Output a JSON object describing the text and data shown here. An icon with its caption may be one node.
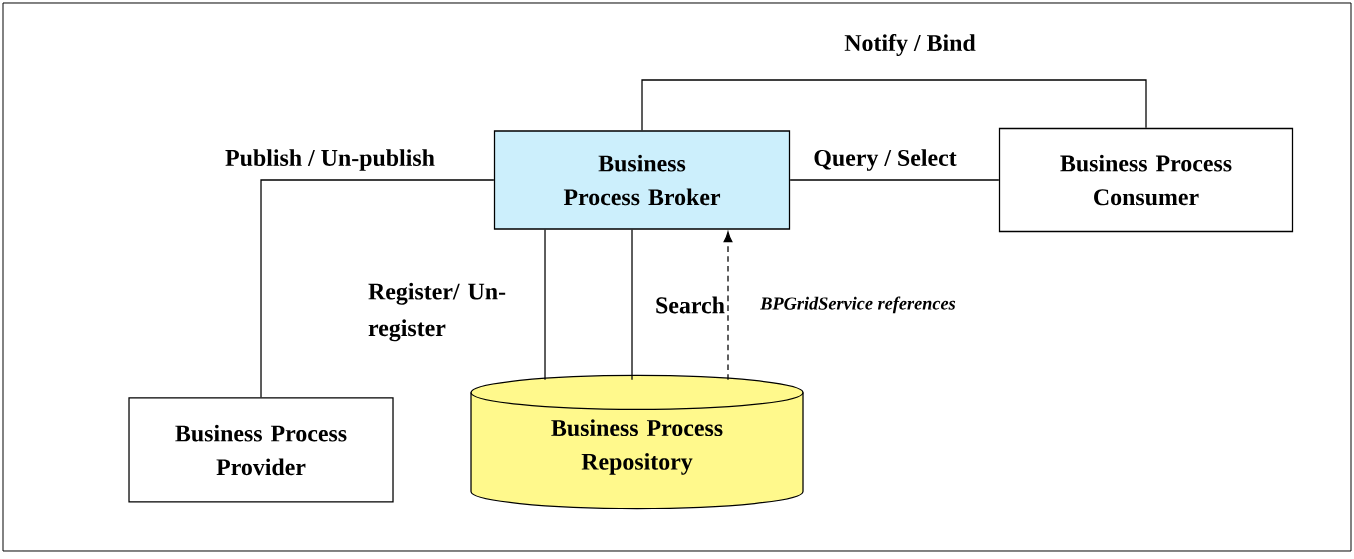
{
  "diagram": {
    "nodes": [
      {
        "text": [
          "Business Process Broker"
        ]
      },
      {
        "text": [
          "Business Process Consumer"
        ]
      },
      {
        "text": [
          "Business Process Provider"
        ]
      },
      {
        "text": [
          "Business Process Repository"
        ]
      }
    ],
    "edges": [
      {
        "from": 0,
        "to": 1,
        "arrow": "none",
        "label": "Notify / Bind"
      },
      {
        "from": 0,
        "to": 1,
        "arrow": "none",
        "label": "Query / Select"
      },
      {
        "from": 0,
        "to": 2,
        "arrow": "none",
        "label": "Publish / Un-publish"
      },
      {
        "from": 0,
        "to": 3,
        "arrow": "none",
        "label": "Register/ Un-register"
      },
      {
        "from": 0,
        "to": 3,
        "arrow": "none",
        "label": "Search"
      },
      {
        "from": 3,
        "to": 0,
        "arrow": "to",
        "style": "dashed",
        "label": "BPGridService references"
      }
    ]
  }
}
